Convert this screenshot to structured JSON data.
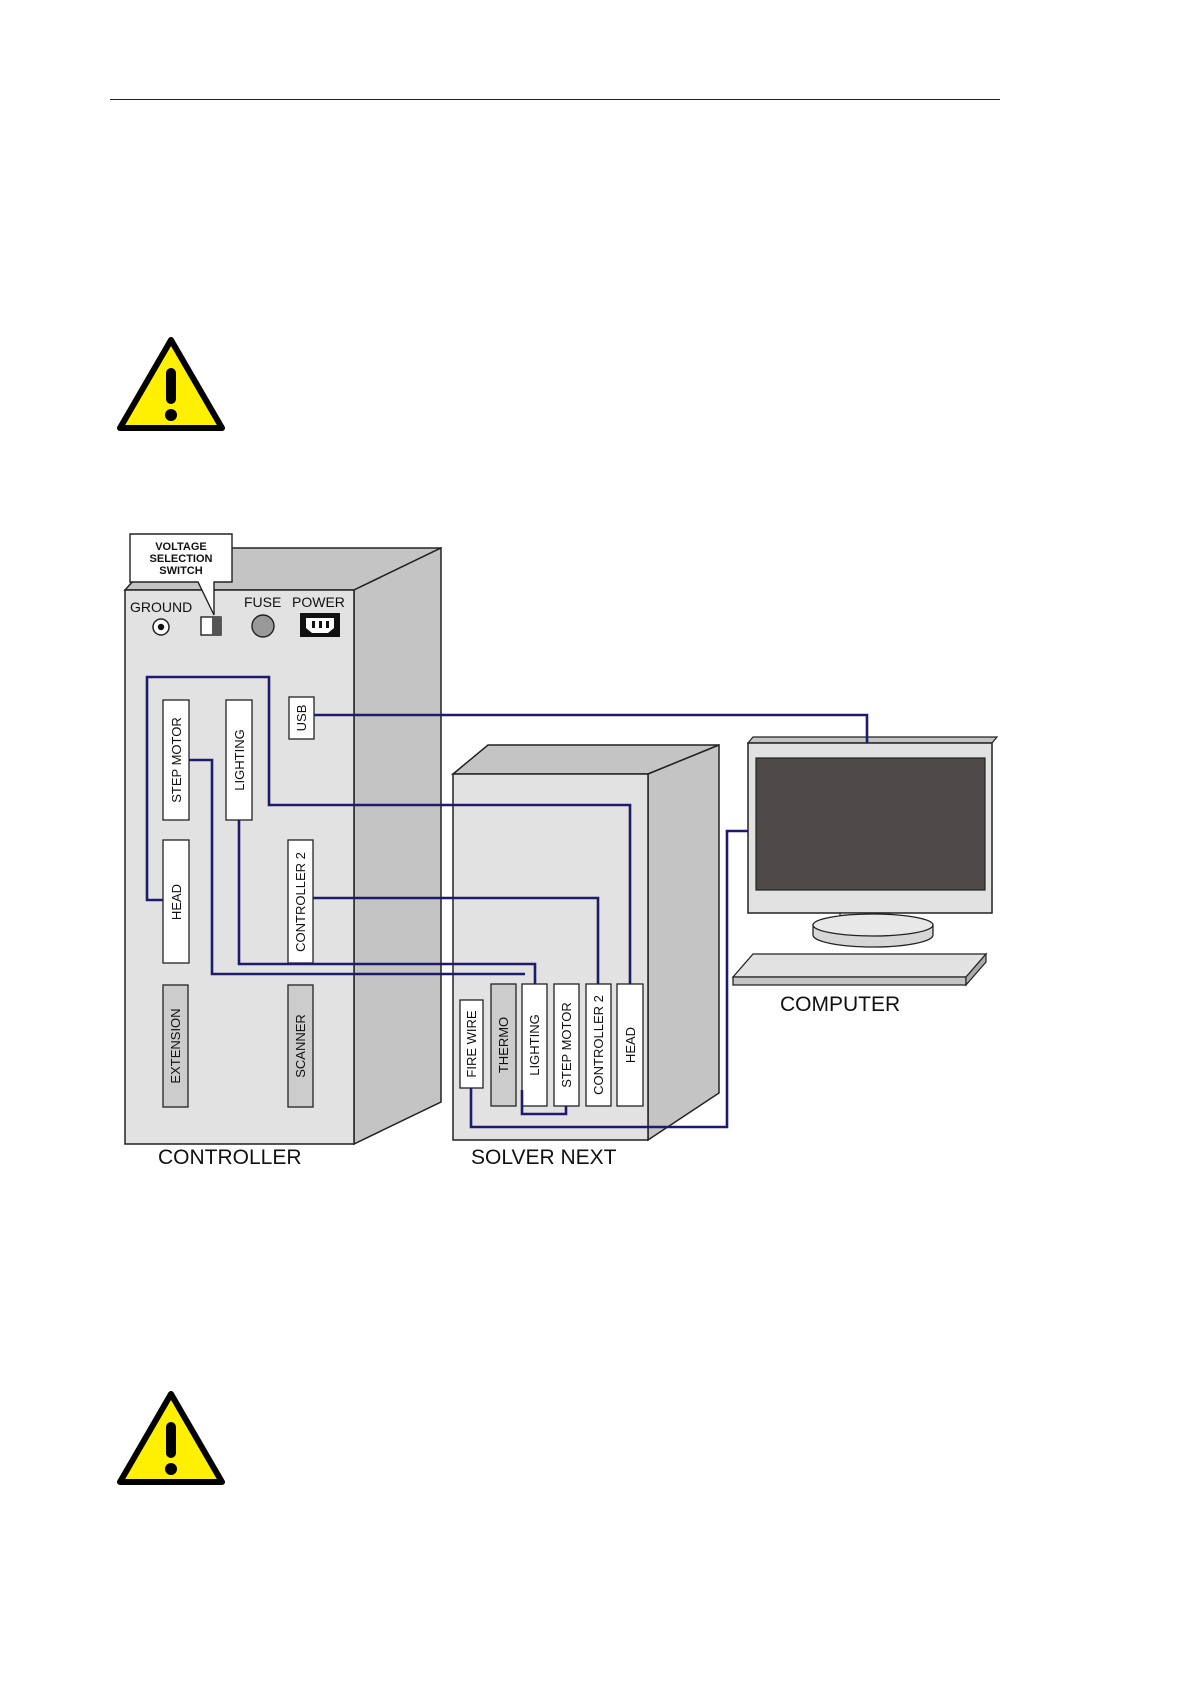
{
  "diagram": {
    "callout": {
      "line1": "VOLTAGE",
      "line2": "SELECTION",
      "line3": "SWITCH"
    },
    "controller": {
      "label": "CONTROLLER",
      "ground": "GROUND",
      "fuse": "FUSE",
      "power": "POWER",
      "ports": {
        "step_motor": "STEP MOTOR",
        "lighting": "LIGHTING",
        "usb": "USB",
        "head": "HEAD",
        "controller2": "CONTROLLER 2",
        "extension": "EXTENSION",
        "scanner": "SCANNER"
      }
    },
    "solver": {
      "label": "SOLVER NEXT",
      "ports": {
        "fire_wire": "FIRE WIRE",
        "thermo": "THERMO",
        "lighting": "LIGHTING",
        "step_motor": "STEP MOTOR",
        "controller2": "CONTROLLER 2",
        "head": "HEAD"
      }
    },
    "computer": {
      "label": "COMPUTER"
    }
  },
  "colors": {
    "cable": "#1e1b6e",
    "panel_front": "#e2e2e2",
    "panel_side": "#c4c4c4",
    "screen": "#4f4a4a",
    "warning_yellow": "#ffef00"
  }
}
